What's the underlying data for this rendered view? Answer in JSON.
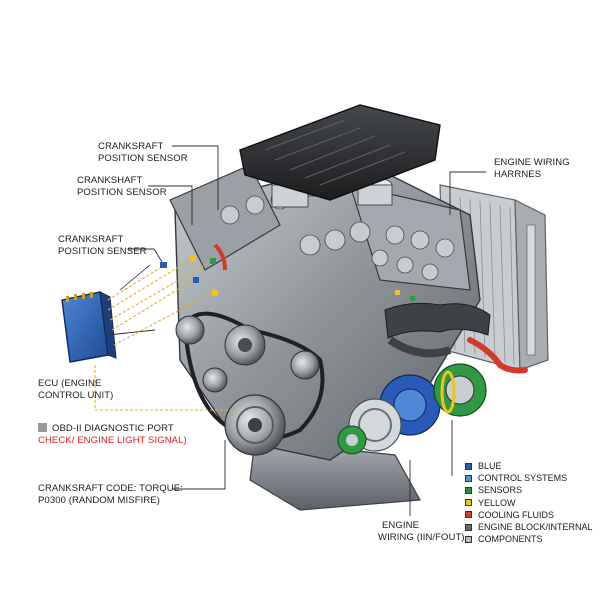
{
  "labels": {
    "crank_top": [
      "CRANKSRAFT",
      "POSITION SENSOR"
    ],
    "crank_mid": [
      "CRANKSHAFT",
      "POSITION SENSOR"
    ],
    "crank_low": [
      "CRANKSRAFT",
      "POSITION SENSER"
    ],
    "wiring_harness": [
      "ENGINE WIRING",
      "HARRNES"
    ],
    "ecu": [
      "ECU (ENGINE",
      "CONTROL UNIT)"
    ],
    "obd_port": "OBD-II DIAGNOSTIC PORT",
    "check_engine": "CHECK/ ENGINE LIGHT SIGNAL)",
    "code": [
      "CRANKSRAFT CODE: TORQUE:",
      "P0300 (RANDOM MISFIRE)"
    ],
    "engine_wiring": [
      "ENGINE",
      "WIRING (IIN/FOUT)"
    ]
  },
  "legend": [
    {
      "label": "BLUE",
      "color": "#2a59b8"
    },
    {
      "label": "CONTROL SYSTEMS",
      "color": "#5b8fd6"
    },
    {
      "label": "SENSORS",
      "color": "#2f8f3a"
    },
    {
      "label": "YELLOW",
      "color": "#f0c419"
    },
    {
      "label": "COOLING FLUIDS",
      "color": "#d43a2a"
    },
    {
      "label": "ENGINE BLOCK/INTERNAL",
      "color": "#6a6a6a"
    },
    {
      "label": "COMPONENTS",
      "color": "#bdbdbd"
    }
  ],
  "colors": {
    "engine_metal": "#8e9499",
    "cover": "#2b2d30",
    "ecu_blue": "#2f63b3",
    "alternator_green": "#2f9a42",
    "cooling_red": "#d43a2a",
    "wire_yellow": "#f0c419"
  }
}
